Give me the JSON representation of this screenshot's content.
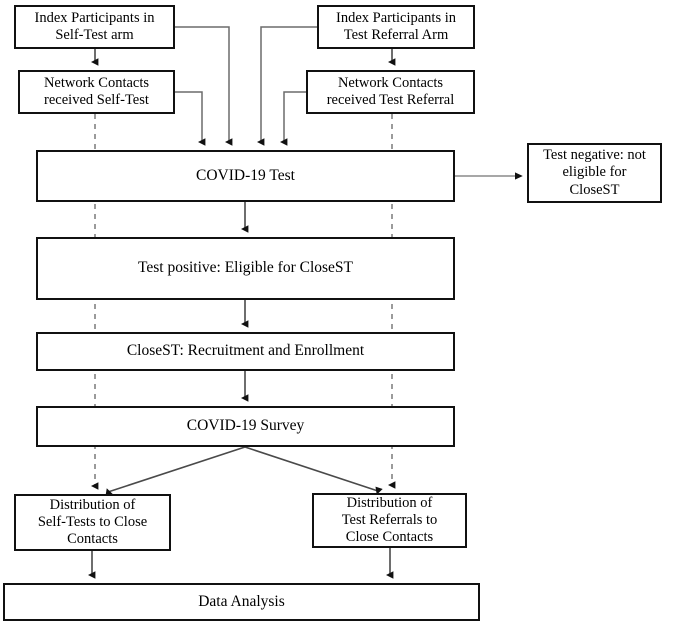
{
  "diagram": {
    "title": "CloseST COVID-19 study flow diagram",
    "colors": {
      "box_border": "#111111",
      "box_fill": "#ffffff",
      "solid_connector": "#444444",
      "gray_connector": "#808080",
      "dashed_connector": "#7a7a7a",
      "text": "#000000"
    },
    "nodes": [
      {
        "id": "index-self",
        "label": "Index Participants in\nSelf-Test arm"
      },
      {
        "id": "index-ref",
        "label": "Index Participants in\nTest Referral Arm"
      },
      {
        "id": "net-self",
        "label": "Network Contacts\nreceived Self-Test"
      },
      {
        "id": "net-ref",
        "label": "Network Contacts\nreceived Test Referral"
      },
      {
        "id": "covid-test",
        "label": "COVID-19 Test"
      },
      {
        "id": "test-negative",
        "label": "Test negative: not\neligible for\nCloseST"
      },
      {
        "id": "test-positive",
        "label": "Test positive: Eligible for CloseST"
      },
      {
        "id": "closest-recruit",
        "label": "CloseST: Recruitment and Enrollment"
      },
      {
        "id": "covid-survey",
        "label": "COVID-19  Survey"
      },
      {
        "id": "dist-self",
        "label": "Distribution of\nSelf-Tests to Close\nContacts"
      },
      {
        "id": "dist-ref",
        "label": "Distribution of\nTest Referrals to\nClose Contacts"
      },
      {
        "id": "data-analysis",
        "label": "Data Analysis"
      }
    ],
    "edges": [
      {
        "from": "index-self",
        "to": "net-self",
        "style": "solid",
        "arrow": true
      },
      {
        "from": "index-ref",
        "to": "net-ref",
        "style": "solid",
        "arrow": true
      },
      {
        "from": "index-self",
        "to": "covid-test",
        "style": "solid",
        "arrow": true
      },
      {
        "from": "net-self",
        "to": "covid-test",
        "style": "solid",
        "arrow": true
      },
      {
        "from": "index-ref",
        "to": "covid-test",
        "style": "solid",
        "arrow": true
      },
      {
        "from": "net-ref",
        "to": "covid-test",
        "style": "solid",
        "arrow": true
      },
      {
        "from": "covid-test",
        "to": "test-negative",
        "style": "solid",
        "arrow": true
      },
      {
        "from": "covid-test",
        "to": "test-positive",
        "style": "solid",
        "arrow": true
      },
      {
        "from": "test-positive",
        "to": "closest-recruit",
        "style": "solid",
        "arrow": true
      },
      {
        "from": "closest-recruit",
        "to": "covid-survey",
        "style": "solid",
        "arrow": true
      },
      {
        "from": "covid-survey",
        "to": "dist-self",
        "style": "solid",
        "arrow": true
      },
      {
        "from": "covid-survey",
        "to": "dist-ref",
        "style": "solid",
        "arrow": true
      },
      {
        "from": "net-self",
        "to": "dist-self",
        "style": "dashed",
        "arrow": true
      },
      {
        "from": "net-ref",
        "to": "dist-ref",
        "style": "dashed",
        "arrow": true
      },
      {
        "from": "dist-self",
        "to": "data-analysis",
        "style": "solid",
        "arrow": true
      },
      {
        "from": "dist-ref",
        "to": "data-analysis",
        "style": "solid",
        "arrow": true
      }
    ]
  }
}
